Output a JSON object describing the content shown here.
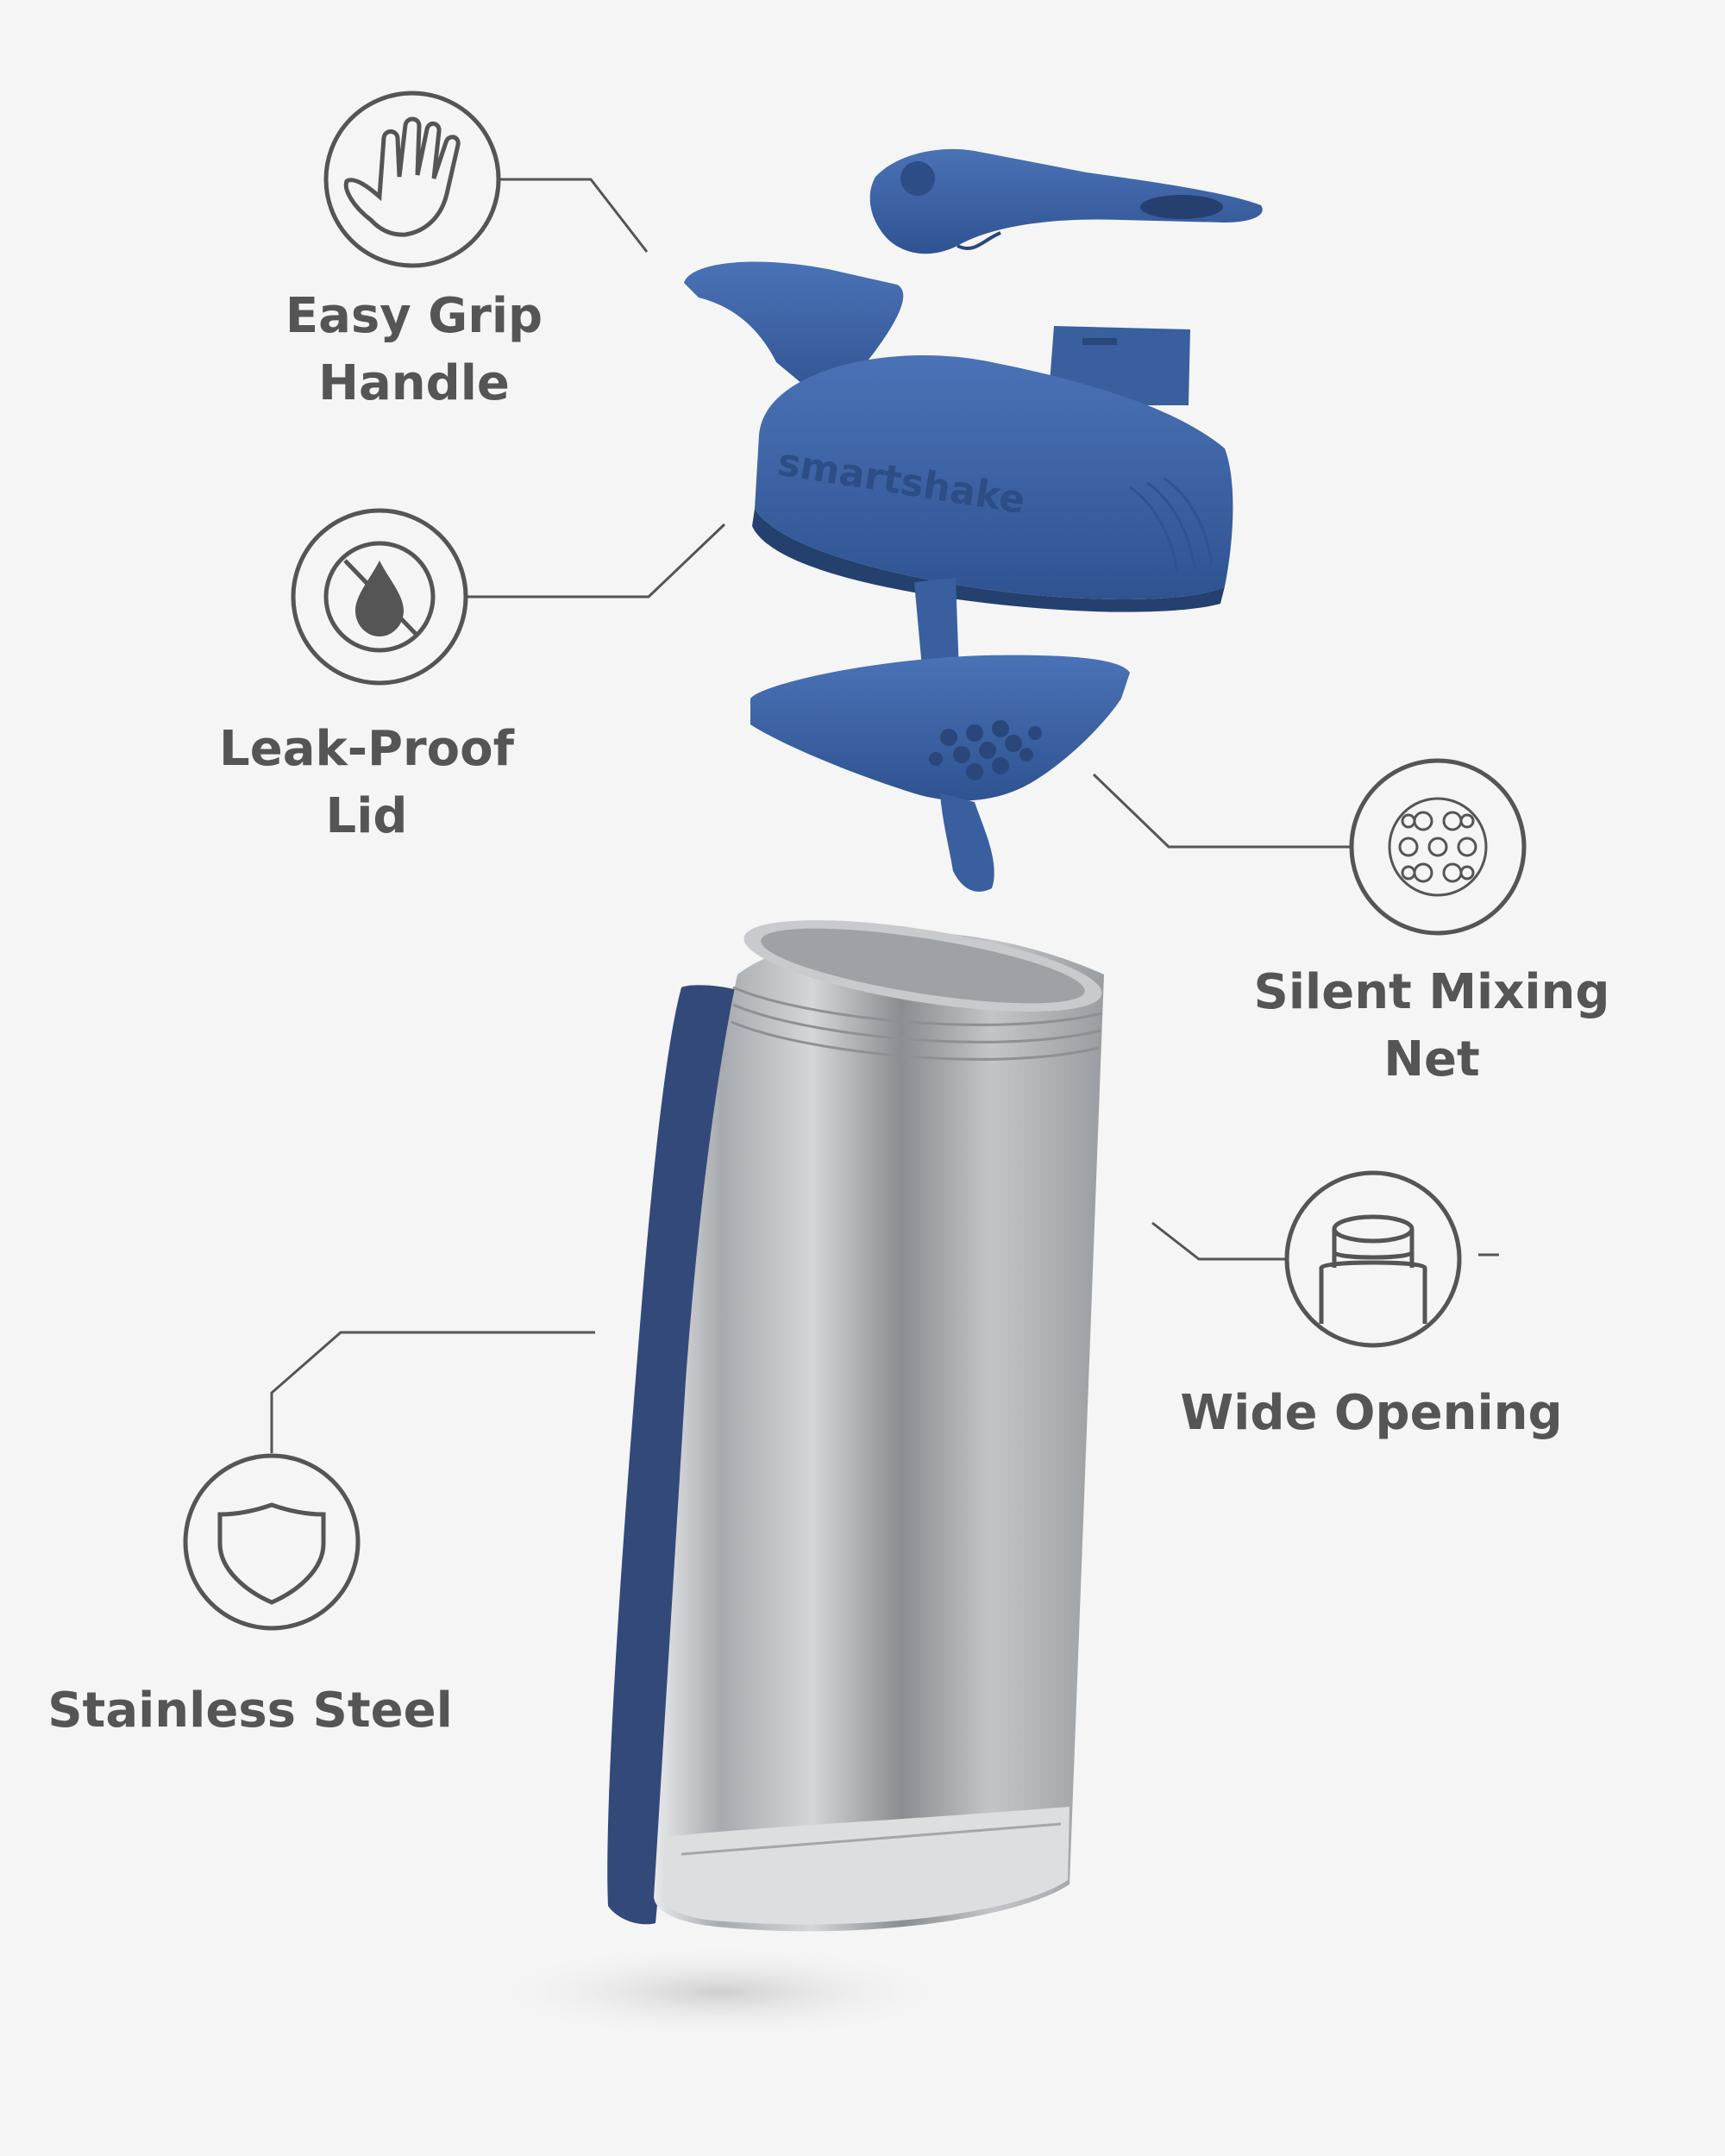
{
  "features": {
    "easy_grip": {
      "line1": "Easy Grip",
      "line2": "Handle",
      "icon": "hand-icon"
    },
    "leak_proof": {
      "line1": "Leak-Proof",
      "line2": "Lid",
      "icon": "no-drop-icon"
    },
    "mixing_net": {
      "line1": "Silent Mixing",
      "line2": "Net",
      "icon": "mesh-net-icon"
    },
    "wide_opening": {
      "line1": "Wide Opening",
      "icon": "open-jar-icon"
    },
    "stainless": {
      "line1": "Stainless Steel",
      "icon": "shield-icon"
    }
  },
  "product": {
    "brand_embossed": "smartshake",
    "lid_color": "#3d64a8",
    "steel_color": "#b9bcc0",
    "outer_shell_color": "#33497a"
  },
  "colors": {
    "background": "#f5f5f5",
    "text": "#555555",
    "lines": "#555555"
  }
}
